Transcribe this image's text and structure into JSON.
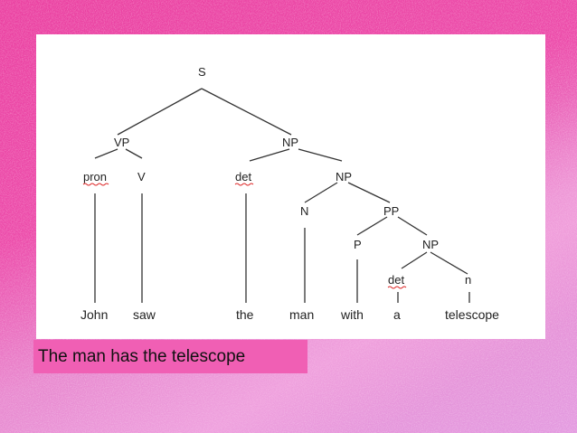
{
  "slide": {
    "caption": "The man has the telescope",
    "colors": {
      "background": "#e94aa8",
      "caption_background": "#f05fb4",
      "panel": "#ffffff"
    }
  },
  "tree": {
    "nodes": {
      "s": "S",
      "vp": "VP",
      "np1": "NP",
      "pron": "pron",
      "v": "V",
      "det1": "det",
      "np2": "NP",
      "n1": "N",
      "pp": "PP",
      "p": "P",
      "np3": "NP",
      "det2": "det",
      "n2": "n"
    },
    "words": [
      "John",
      "saw",
      "the",
      "man",
      "with",
      "a",
      "telescope"
    ]
  }
}
